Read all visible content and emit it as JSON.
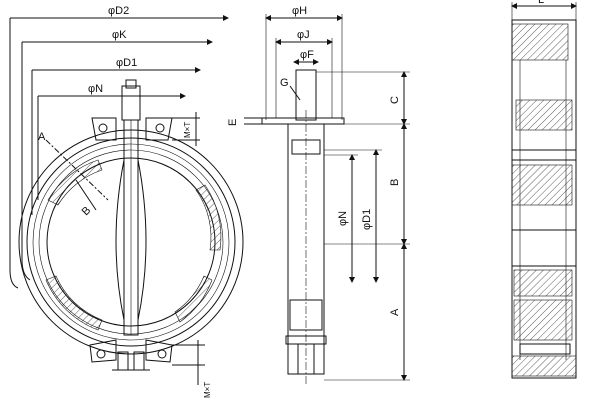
{
  "drawing": {
    "front_view": {
      "labels": {
        "d2": "φD2",
        "k": "φK",
        "d1": "φD1",
        "n": "φN",
        "a_section": "A",
        "b_section": "B",
        "mxt_top": "M×T",
        "mxt_bottom": "M×T"
      }
    },
    "side_view": {
      "labels": {
        "h": "φH",
        "j": "φJ",
        "f": "φF",
        "g": "G",
        "e": "E",
        "c": "C",
        "b": "B",
        "n": "φN",
        "d1": "φD1",
        "a": "A"
      }
    },
    "section_view": {
      "labels": {
        "l": "L"
      }
    }
  }
}
